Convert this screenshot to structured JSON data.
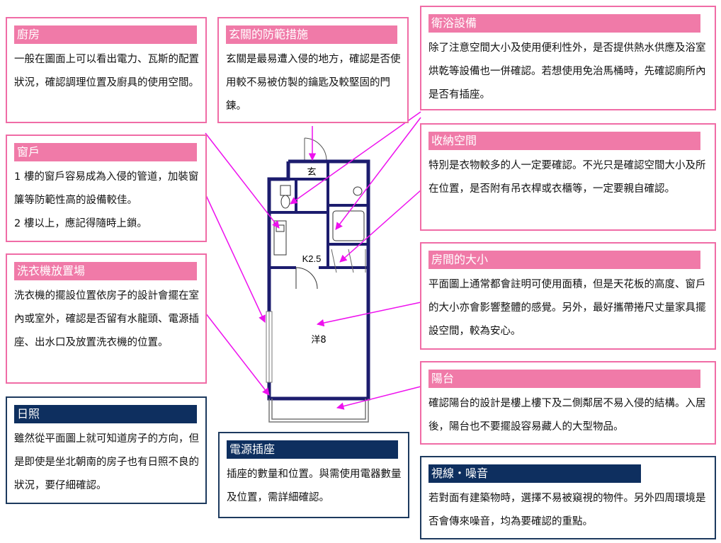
{
  "boxes": {
    "kitchen": {
      "title": "廚房",
      "text": "一般在圖面上可以看出電力、瓦斯的配置狀況，確認調理位置及廚具的使用空間。"
    },
    "entrance": {
      "title": "玄關的防範措施",
      "text": "玄關是最易遭入侵的地方，確認是否使用較不易被仿製的鑰匙及較堅固的門鍊。"
    },
    "bath": {
      "title": "衛浴設備",
      "text": "除了注意空間大小及使用便利性外，是否提供熱水供應及浴室烘乾等設備也一併確認。若想使用免治馬桶時，先確認廁所內是否有插座。"
    },
    "window": {
      "title": "窗戶",
      "line1": "1 樓的窗戶容易成為入侵的管道，加裝窗簾等防範性高的設備較佳。",
      "line2": "2 樓以上，應記得隨時上鎖。"
    },
    "storage": {
      "title": "收納空間",
      "text": "特別是衣物較多的人一定要確認。不光只是確認空間大小及所在位置，是否附有吊衣桿或衣櫃等，一定要親自確認。"
    },
    "washer": {
      "title": "洗衣機放置場",
      "text": "洗衣機的擺設位置依房子的設計會擺在室內或室外，確認是否留有水龍頭、電源插座、出水口及放置洗衣機的位置。"
    },
    "roomsize": {
      "title": "房間的大小",
      "text": "平面圖上通常都會註明可使用面積，但是天花板的高度、窗戶的大小亦會影響整體的感覺。另外，最好攜帶捲尺丈量家具擺設空間，較為安心。"
    },
    "sunlight": {
      "title": "日照",
      "text": "雖然從平面圖上就可知道房子的方向，但是即使是坐北朝南的房子也有日照不良的狀況，要仔細確認。"
    },
    "balcony": {
      "title": "陽台",
      "text": "確認陽台的設計是樓上樓下及二側鄰居不易入侵的結構。入居後，陽台也不要擺設容易藏人的大型物品。"
    },
    "outlet": {
      "title": "電源插座",
      "text": "插座的數量和位置。與需使用電器數量及位置，需詳細確認。"
    },
    "view": {
      "title": "視線・噪音",
      "text": "若對面有建築物時，選擇不易被窺視的物件。另外四周環境是否會傳來噪音，均為要確認的重點。"
    }
  },
  "plan": {
    "entrance_label": "玄",
    "kitchen_label": "K2.5",
    "room_label": "洋8"
  },
  "colors": {
    "pink": "#f06ca6",
    "pink_header": "#f07aa8",
    "navy": "#0e2f5f",
    "arrow": "#ee11ee",
    "wall": "#1c1c6e"
  }
}
